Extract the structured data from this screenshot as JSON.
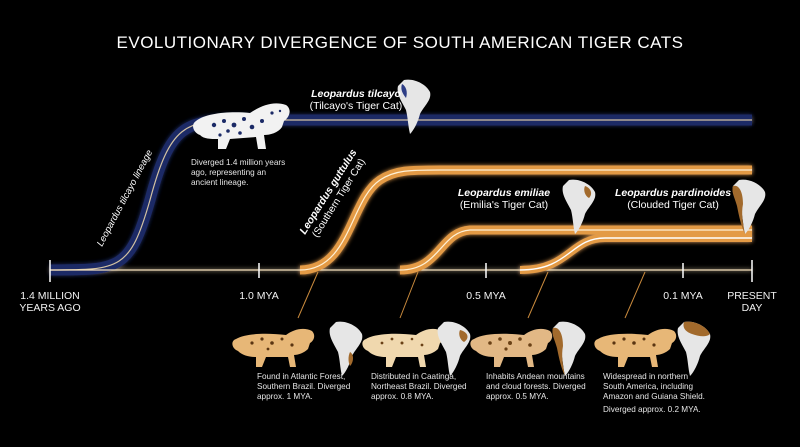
{
  "title": "EVOLUTIONARY DIVERGENCE OF SOUTH AMERICAN TIGER CATS",
  "timeline": {
    "ticks": [
      {
        "id": "t0",
        "label": "1.4 MILLION\nYEARS AGO"
      },
      {
        "id": "t1",
        "label": "1.0 MYA"
      },
      {
        "id": "t2",
        "label": "0.5 MYA"
      },
      {
        "id": "t3",
        "label": "0.1 MYA"
      },
      {
        "id": "t4",
        "label": "PRESENT\nDAY"
      }
    ]
  },
  "lineages": {
    "tilcayo_lineage_label": "Leopardus tilcayo lineage"
  },
  "species": [
    {
      "id": "tilcayo",
      "scientific": "Leopardus tilcayo",
      "common": "(Tilcayo's Tiger Cat)",
      "note": "Diverged 1.4 million years ago, representing an ancient lineage."
    },
    {
      "id": "guttulus",
      "scientific": "Leopardus guttulus",
      "common": "(Southern Tiger Cat)",
      "note": "Found in Atlantic Forest, Southern Brazil. Diverged approx. 1 MYA."
    },
    {
      "id": "emiliae",
      "scientific": "Leopardus emiliae",
      "common": "(Emilia's Tiger Cat)",
      "note": "Distributed in Caatinga, Northeast Brazil. Diverged approx. 0.8 MYA."
    },
    {
      "id": "pardinoides",
      "scientific": "Leopardus pardinoides",
      "common": "(Clouded Tiger Cat)",
      "note": "Inhabits Andean mountains and cloud forests. Diverged approx. 0.5 MYA."
    },
    {
      "id": "tigrinus",
      "note": "Widespread in northern South America, including Amazon and Guiana Shield.",
      "note2": "Diverged approx. 0.2 MYA."
    }
  ],
  "colors": {
    "background": "#000000",
    "blue_lineage": "#1b2a66",
    "orange_lineage": "#e39a45",
    "highlight": "#fff4e0",
    "cat_tan": "#e7b777",
    "cat_white": "#f2f2f2",
    "map_gray": "#e6e6e6",
    "map_brown": "#a26a2c",
    "map_blue": "#2e3e86"
  },
  "icons": [
    "cat-illustration",
    "south-america-map-icon"
  ]
}
